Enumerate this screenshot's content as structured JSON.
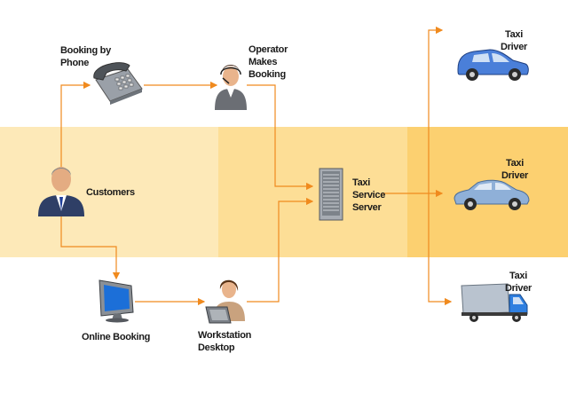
{
  "nodes": {
    "booking_by_phone": "Booking by\nPhone",
    "operator": "Operator\nMakes\nBooking",
    "customers": "Customers",
    "taxi_service_server": "Taxi\nService\nServer",
    "online_booking": "Online Booking",
    "workstation": "Workstation\nDesktop",
    "taxi_driver_1": "Taxi\nDriver",
    "taxi_driver_2": "Taxi\nDriver",
    "taxi_driver_3": "Taxi\nDriver"
  },
  "colors": {
    "band_light": "#fde9b8",
    "band_mid": "#fdde96",
    "band_dark": "#fcd070",
    "connector": "#f08a1e",
    "car_blue": "#4a7fd9",
    "car_grey": "#8fb0d8",
    "truck_cab": "#2f7fe0"
  },
  "icons": [
    "telephone-icon",
    "operator-icon",
    "businessman-icon",
    "server-icon",
    "monitor-icon",
    "workstation-user-icon",
    "car-icon",
    "sedan-icon",
    "truck-icon"
  ]
}
